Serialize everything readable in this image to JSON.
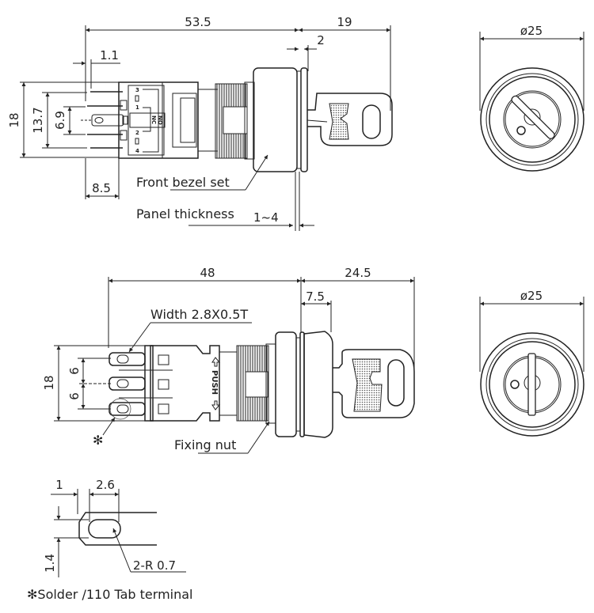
{
  "top_view": {
    "dim_overall": "53.5",
    "dim_key_protrusion": "19",
    "dim_bezel": "2",
    "dim_pin_offset": "1.1",
    "dim_height_total": "18",
    "dim_height_outer_pins": "13.7",
    "dim_height_inner_pins": "6.9",
    "dim_terminal_length": "8.5",
    "label_front_bezel": "Front bezel set",
    "label_panel_thickness": "Panel thickness",
    "panel_thickness_range": "1~4",
    "terminal_marks": [
      "3",
      "1",
      "NC",
      "NO",
      "2",
      "4"
    ]
  },
  "top_front_view": {
    "dim_diameter": "ø25"
  },
  "bottom_view": {
    "dim_overall": "48",
    "dim_key_protrusion": "24.5",
    "dim_bezel": "7.5",
    "dim_height_total": "18",
    "dim_pitch_upper": "6",
    "dim_pitch_lower": "6",
    "label_width": "Width 2.8X0.5T",
    "label_push": "PUSH",
    "label_fixing_nut": "Fixing nut",
    "note_marker": "✻"
  },
  "bottom_front_view": {
    "dim_diameter": "ø25"
  },
  "terminal_detail": {
    "dim_tip": "1",
    "dim_hole_length": "2.6",
    "dim_hole_width": "1.4",
    "label_radius": "2-R 0.7"
  },
  "footnote": {
    "marker": "✻",
    "text": "Solder /110 Tab terminal"
  }
}
